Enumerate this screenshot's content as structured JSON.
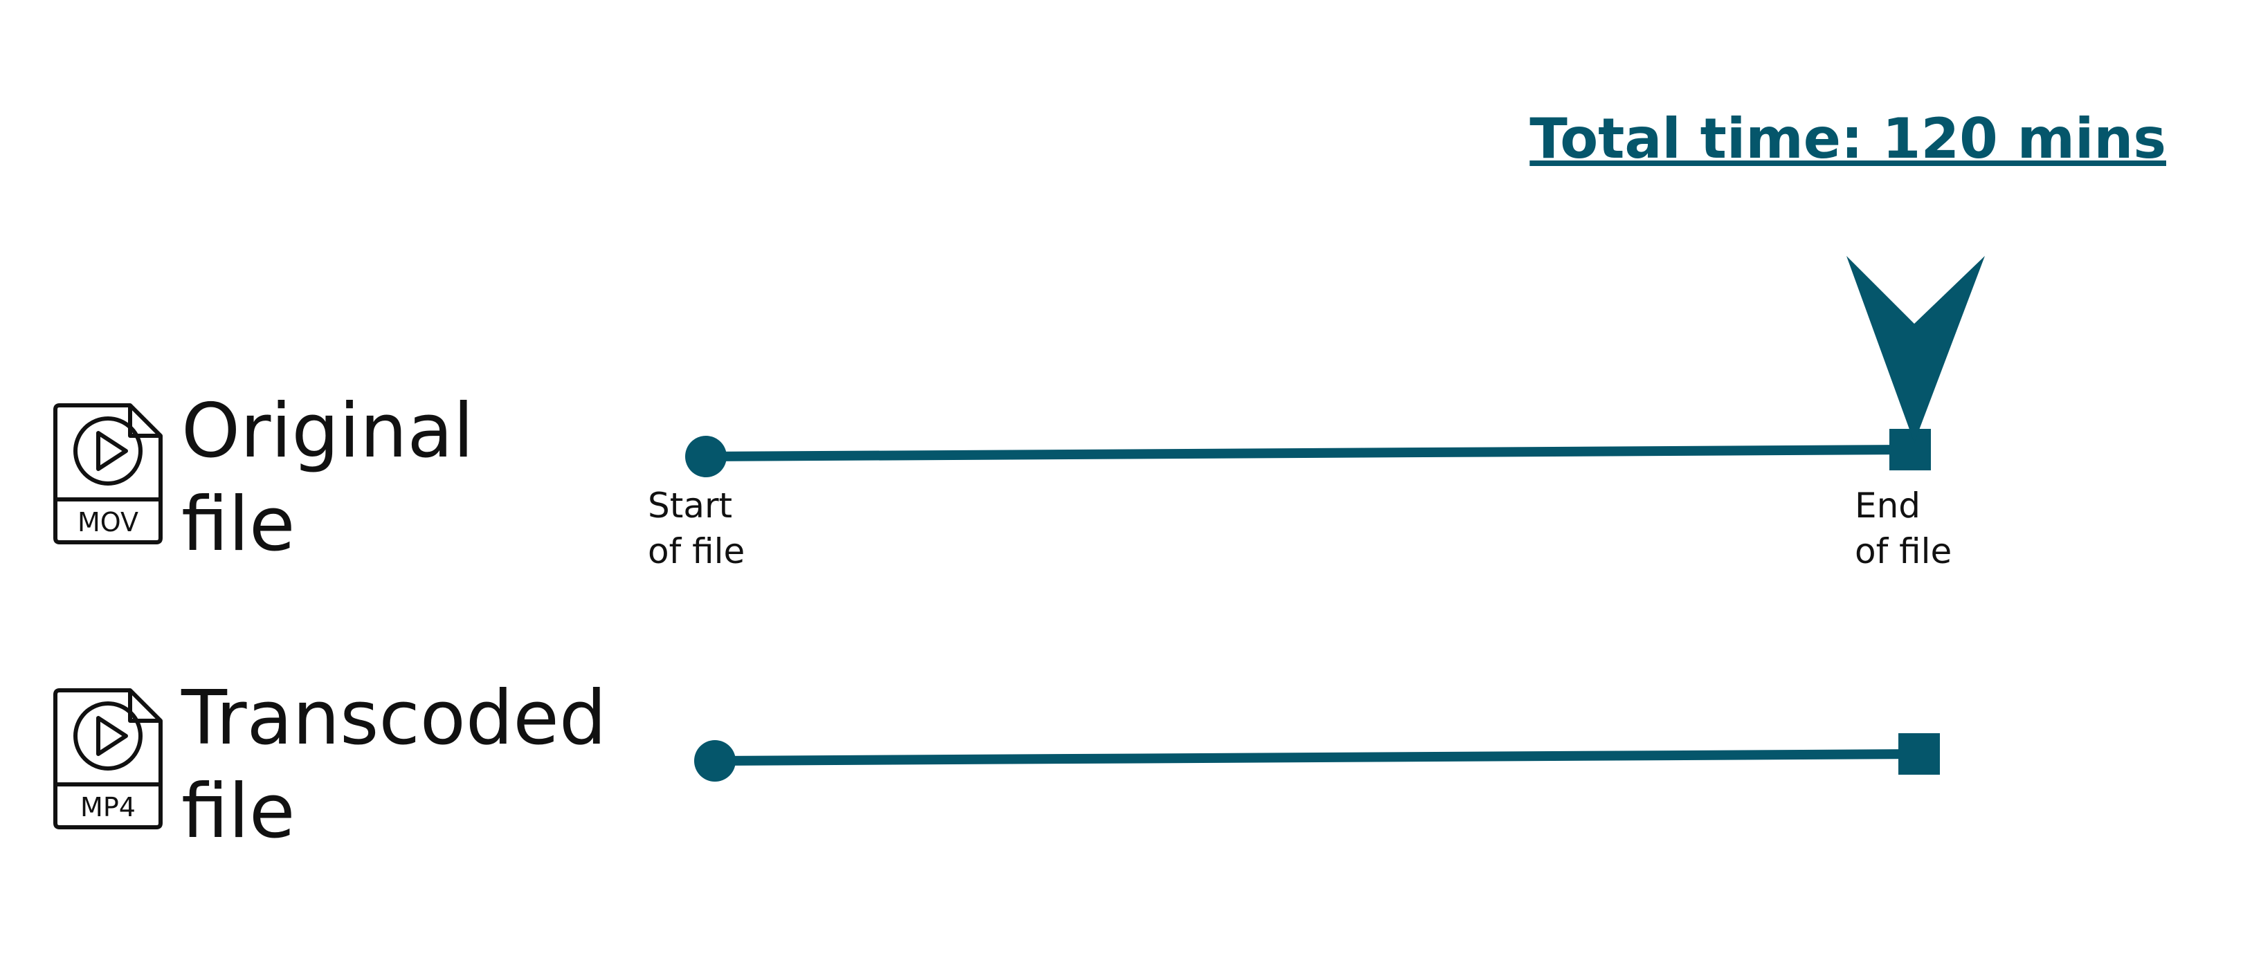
{
  "header": {
    "total_time": "Total time: 120 mins"
  },
  "colors": {
    "accent": "#05566b",
    "text": "#111111",
    "background": "#ffffff"
  },
  "rows": [
    {
      "label_line1": "Original",
      "label_line2": "file",
      "file_icon": "video-file-icon",
      "file_ext": "MOV",
      "start_label_line1": "Start",
      "start_label_line2": "of file",
      "end_label_line1": "End",
      "end_label_line2": "of file"
    },
    {
      "label_line1": "Transcoded",
      "label_line2": "file",
      "file_icon": "video-file-icon",
      "file_ext": "MP4"
    }
  ]
}
